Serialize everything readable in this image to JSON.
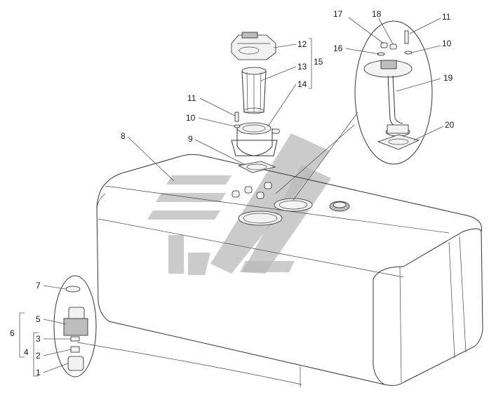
{
  "callouts": [
    {
      "id": "c1",
      "text": "1"
    },
    {
      "id": "c2",
      "text": "2"
    },
    {
      "id": "c3",
      "text": "3"
    },
    {
      "id": "c4",
      "text": "4"
    },
    {
      "id": "c5",
      "text": "5"
    },
    {
      "id": "c6",
      "text": "6"
    },
    {
      "id": "c7",
      "text": "7"
    },
    {
      "id": "c8",
      "text": "8"
    },
    {
      "id": "c9",
      "text": "9"
    },
    {
      "id": "c10a",
      "text": "10"
    },
    {
      "id": "c11a",
      "text": "11"
    },
    {
      "id": "c12",
      "text": "12"
    },
    {
      "id": "c13",
      "text": "13"
    },
    {
      "id": "c14",
      "text": "14"
    },
    {
      "id": "c15",
      "text": "15"
    },
    {
      "id": "c16",
      "text": "16"
    },
    {
      "id": "c17",
      "text": "17"
    },
    {
      "id": "c18",
      "text": "18"
    },
    {
      "id": "c11b",
      "text": "11"
    },
    {
      "id": "c10b",
      "text": "10"
    },
    {
      "id": "c19",
      "text": "19"
    },
    {
      "id": "c20",
      "text": "20"
    }
  ],
  "colors": {
    "line": "#333333",
    "watermark": "#b9b9b9"
  }
}
